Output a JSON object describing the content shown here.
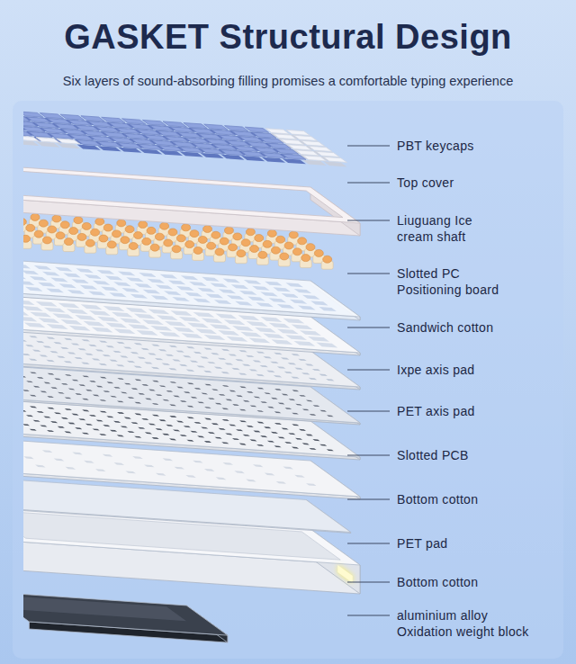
{
  "diagram": {
    "title": "GASKET Structural Design",
    "labels": [
      "Six layers of sound-absorbing filling promises a comfortable typing experience",
      "PBT keycaps",
      "Top cover",
      "Liuguang Ice cream shaft",
      "Slotted PC Positioning board",
      "Sandwich cotton",
      "Ixpe axis pad",
      "PET axis pad",
      "Slotted PCB",
      "Bottom cotton",
      "PET pad",
      "Bottom cotton",
      "aluminium alloy Oxidation weight block"
    ]
  }
}
